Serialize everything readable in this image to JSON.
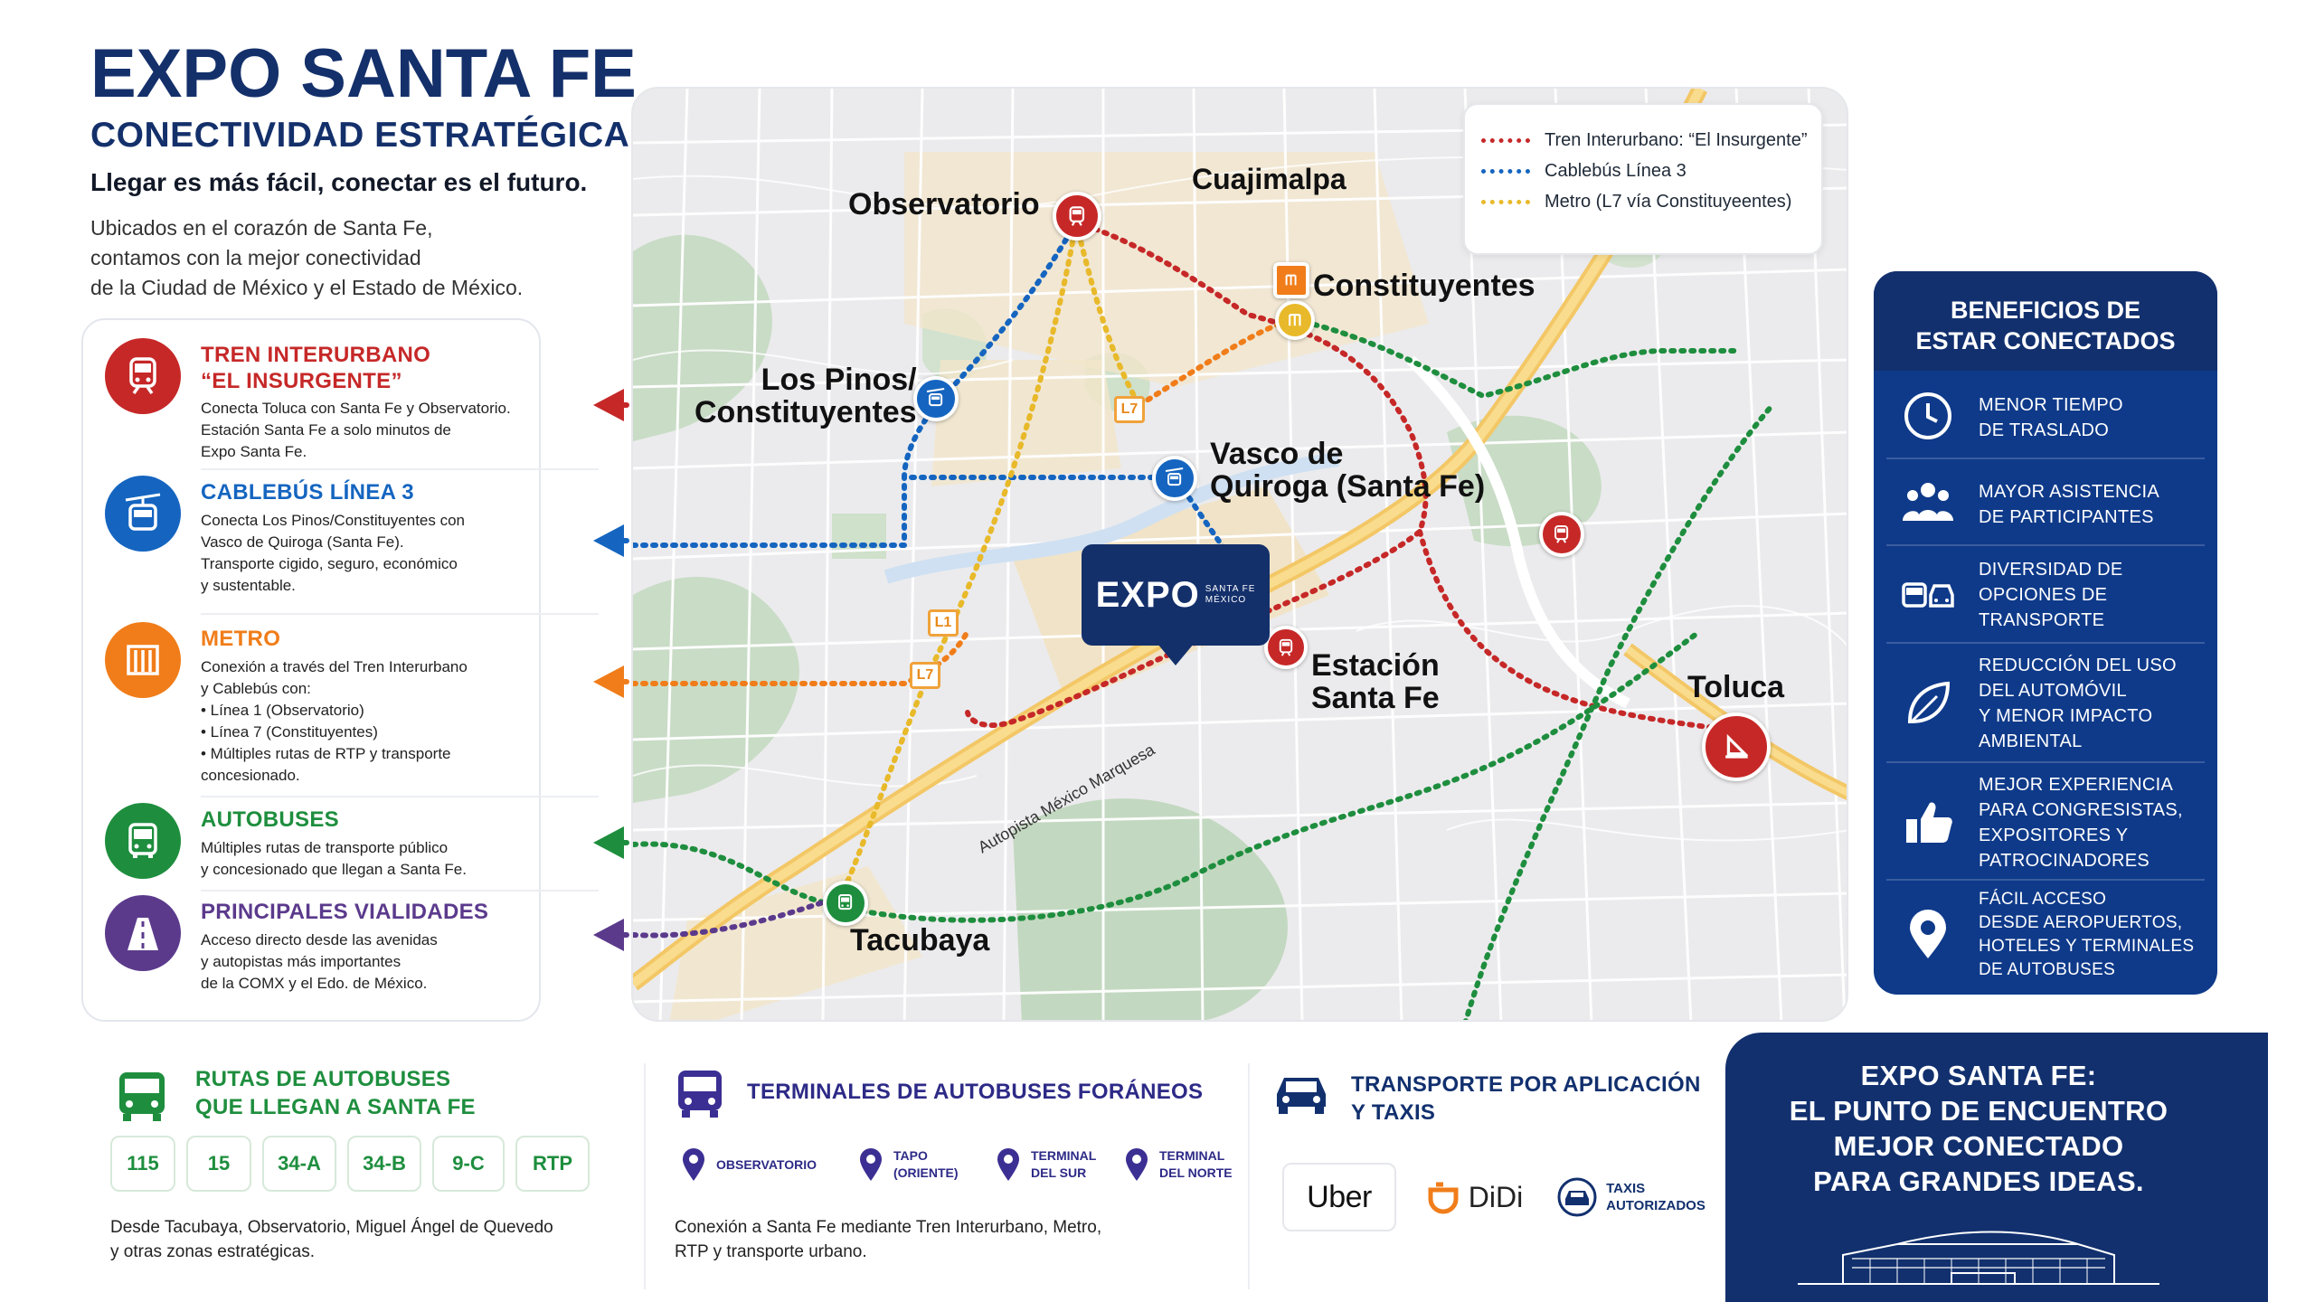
{
  "header": {
    "title": "EXPO SANTA FE",
    "subtitle": "CONECTIVIDAD ESTRATÉGICA",
    "tagline": "Llegar es más fácil, conectar es el futuro.",
    "intro": "Ubicados en el corazón de Santa Fe,\ncontamos con la mejor conectividad\nde la Ciudad de México y el Estado de México."
  },
  "colors": {
    "navy": "#14306b",
    "tren": "#c62828",
    "cablebus": "#1565c0",
    "metro": "#f07d1a",
    "autobuses": "#1e8e3e",
    "vialidades": "#5b3a8c",
    "metro_yellow": "#e8b92a"
  },
  "modes": [
    {
      "icon": "train-icon",
      "title": "TREN INTERURBANO\n“EL INSURGENTE”",
      "desc": "Conecta Toluca con Santa Fe y Observatorio.\nEstación Santa Fe a solo minutos de\nExpo Santa Fe."
    },
    {
      "icon": "cable-car-icon",
      "title": "CABLEBÚS LÍNEA 3",
      "desc": "Conecta Los Pinos/Constituyentes con\nVasco de Quiroga (Santa Fe).\nTransporte cigido, seguro, económico\ny sustentable."
    },
    {
      "icon": "metro-icon",
      "title": "METRO",
      "desc": "Conexión a través del Tren Interurbano\ny Cablebús con:\n • Línea 1 (Observatorio)\n • Línea 7 (Constituyentes)\n • Múltiples rutas de RTP y transporte\n    concesionado."
    },
    {
      "icon": "bus-icon",
      "title": "AUTOBUSES",
      "desc": "Múltiples rutas de transporte público\ny concesionado que llegan a Santa Fe."
    },
    {
      "icon": "highway-icon",
      "title": "PRINCIPALES VIALIDADES",
      "desc": "Acceso directo desde las avenidas\ny autopistas más importantes\nde la COMX y el Edo. de México."
    }
  ],
  "map": {
    "legend": [
      {
        "label": "Tren Interurbano: “El Insurgente”",
        "color": "#c62828"
      },
      {
        "label": "Cablebús Línea 3",
        "color": "#1565c0"
      },
      {
        "label": "Metro (L7 vía Constituyeentes)",
        "color": "#e8b92a"
      }
    ],
    "places": {
      "cuajimalpa": "Cuajimalpa",
      "observatorio": "Observatorio",
      "constituyentes": "Constituyentes",
      "los_pinos": "Los Pinos/\nConstituyentes",
      "vasco": "Vasco de\nQuiroga (Santa Fe)",
      "estacion": "Estación\nSanta Fe",
      "toluca": "Toluca",
      "tacubaya": "Tacubaya"
    },
    "road_label": "Autopista México Marquesa",
    "line_badges": [
      "L7",
      "L1",
      "L7"
    ],
    "expo_pin": {
      "word": "EXPO",
      "small": "SANTA FE\nMÉXICO"
    }
  },
  "benefits": {
    "title": "BENEFICIOS DE\nESTAR CONECTADOS",
    "items": [
      {
        "icon": "clock-icon",
        "text": "MENOR TIEMPO\nDE TRASLADO"
      },
      {
        "icon": "people-icon",
        "text": "MAYOR ASISTENCIA\nDE PARTICIPANTES"
      },
      {
        "icon": "vehicles-icon",
        "text": "DIVERSIDAD DE\nOPCIONES DE\nTRANSPORTE"
      },
      {
        "icon": "leaf-icon",
        "text": "REDUCCIÓN DEL USO\nDEL AUTOMÓVIL\nY MENOR IMPACTO\nAMBIENTAL"
      },
      {
        "icon": "thumbs-up-icon",
        "text": "MEJOR EXPERIENCIA\nPARA CONGRESISTAS,\nEXPOSITORES Y\nPATROCINADORES"
      },
      {
        "icon": "location-pin-icon",
        "text": "FÁCIL ACCESO\nDESDE AEROPUERTOS,\nHOTELES Y TERMINALES\nDE AUTOBUSES"
      }
    ]
  },
  "bus_routes": {
    "title": "RUTAS DE AUTOBUSES\nQUE LLEGAN A SANTA FE",
    "routes": [
      "115",
      "15",
      "34-A",
      "34-B",
      "9-C",
      "RTP"
    ],
    "note": "Desde Tacubaya, Observatorio, Miguel Ángel de Quevedo\ny otras zonas estratégicas."
  },
  "terminals": {
    "title": "TERMINALES DE AUTOBUSES FORÁNEOS",
    "items": [
      "OBSERVATORIO",
      "TAPO\n(ORIENTE)",
      "TERMINAL\nDEL SUR",
      "TERMINAL\nDEL NORTE"
    ],
    "note": "Conexión a Santa Fe mediante Tren Interurbano, Metro,\nRTP y transporte urbano."
  },
  "apps": {
    "title": "TRANSPORTE POR APLICACIÓN\nY TAXIS",
    "uber": "Uber",
    "didi": "DiDi",
    "taxis": "TAXIS\nAUTORIZADOS"
  },
  "final": {
    "text": "EXPO SANTA FE:\nEL PUNTO DE ENCUENTRO\nMEJOR CONECTADO\nPARA GRANDES IDEAS."
  }
}
